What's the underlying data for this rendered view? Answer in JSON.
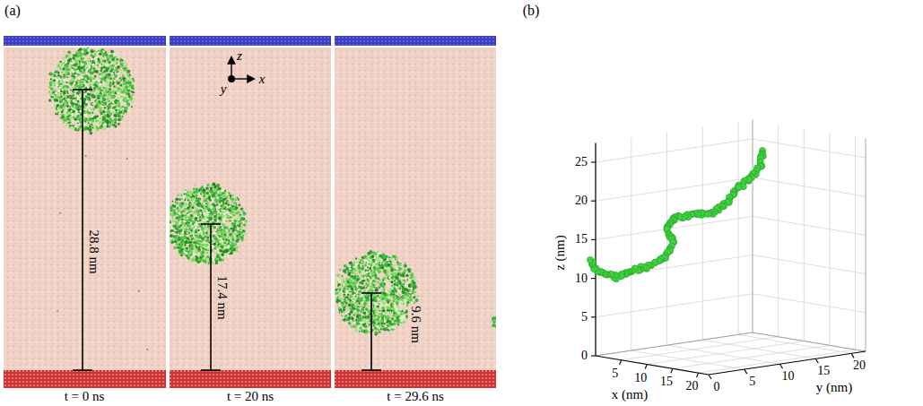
{
  "diagram": {
    "labels": [
      "(a)",
      "(b)",
      "z",
      "x",
      "y",
      "28.8 nm",
      "17.4 nm",
      "9.6 nm",
      "t = 0 ns",
      "t = 20 ns",
      "t = 29.6 ns",
      "25",
      "20",
      "15",
      "10",
      "5",
      "0",
      "z (nm)",
      "5",
      "10",
      "15",
      "20",
      "x (nm)",
      "0",
      "5",
      "10",
      "15",
      "20",
      "y (nm)"
    ]
  }
}
